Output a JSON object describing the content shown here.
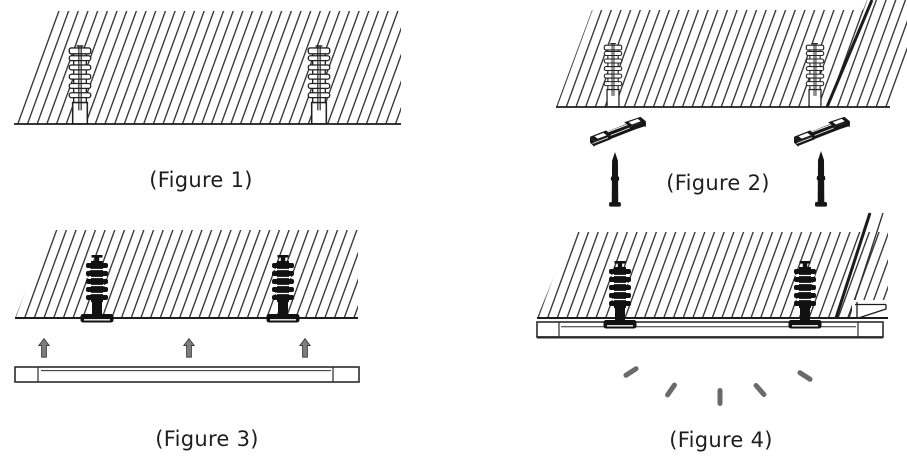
{
  "figures": [
    {
      "caption": "(Figure 1)"
    },
    {
      "caption": "(Figure 2)"
    },
    {
      "caption": "(Figure 3)"
    },
    {
      "caption": "(Figure 4)"
    }
  ],
  "icons": {
    "ceiling_hatch": "hatched-ceiling-cross-section",
    "wall_anchor": "ribbed-wall-plug",
    "mounting_clip": "spring-mounting-clip",
    "screw": "expansion-screw",
    "up_arrow": "upward-arrow",
    "light_fixture": "led-batten-fixture",
    "light_ray": "light-ray-dash",
    "end_bracket": "end-mount-bracket",
    "cable": "power-cable-line"
  },
  "colors": {
    "background": "#ffffff",
    "ink": "#1c1c1c",
    "hatch": "#2d2d2d",
    "arrow_grey": "#7d7d7d",
    "ray_grey": "#6a6a6a"
  }
}
